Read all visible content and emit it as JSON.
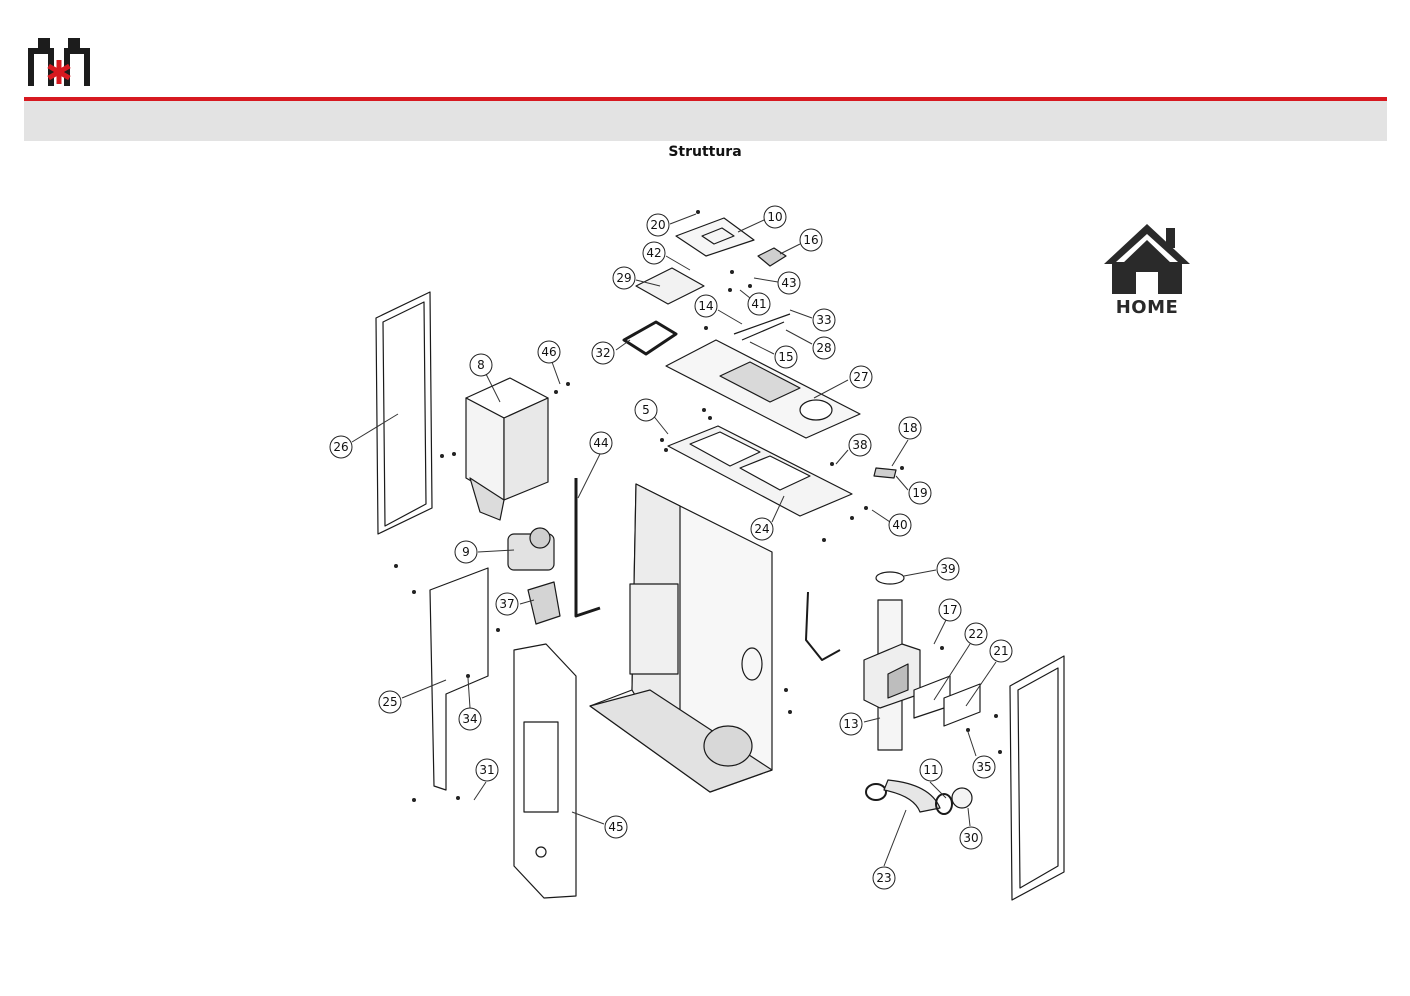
{
  "header": {
    "title": "Struttura",
    "brand_color": "#d71920",
    "band_color": "#e3e3e3"
  },
  "home": {
    "label": "HOME",
    "icon": "house-icon"
  },
  "diagram": {
    "type": "exploded-parts-view",
    "callouts": [
      {
        "id": "20",
        "label": "20"
      },
      {
        "id": "10",
        "label": "10"
      },
      {
        "id": "16",
        "label": "16"
      },
      {
        "id": "42",
        "label": "42"
      },
      {
        "id": "29",
        "label": "29"
      },
      {
        "id": "43",
        "label": "43"
      },
      {
        "id": "41",
        "label": "41"
      },
      {
        "id": "14",
        "label": "14"
      },
      {
        "id": "33",
        "label": "33"
      },
      {
        "id": "28",
        "label": "28"
      },
      {
        "id": "32",
        "label": "32"
      },
      {
        "id": "15",
        "label": "15"
      },
      {
        "id": "8",
        "label": "8"
      },
      {
        "id": "46",
        "label": "46"
      },
      {
        "id": "27",
        "label": "27"
      },
      {
        "id": "5",
        "label": "5"
      },
      {
        "id": "18",
        "label": "18"
      },
      {
        "id": "38",
        "label": "38"
      },
      {
        "id": "26",
        "label": "26"
      },
      {
        "id": "44",
        "label": "44"
      },
      {
        "id": "19",
        "label": "19"
      },
      {
        "id": "24",
        "label": "24"
      },
      {
        "id": "40",
        "label": "40"
      },
      {
        "id": "9",
        "label": "9"
      },
      {
        "id": "39",
        "label": "39"
      },
      {
        "id": "37",
        "label": "37"
      },
      {
        "id": "17",
        "label": "17"
      },
      {
        "id": "22",
        "label": "22"
      },
      {
        "id": "21",
        "label": "21"
      },
      {
        "id": "25",
        "label": "25"
      },
      {
        "id": "34",
        "label": "34"
      },
      {
        "id": "13",
        "label": "13"
      },
      {
        "id": "35",
        "label": "35"
      },
      {
        "id": "31",
        "label": "31"
      },
      {
        "id": "11",
        "label": "11"
      },
      {
        "id": "45",
        "label": "45"
      },
      {
        "id": "30",
        "label": "30"
      },
      {
        "id": "23",
        "label": "23"
      }
    ]
  }
}
